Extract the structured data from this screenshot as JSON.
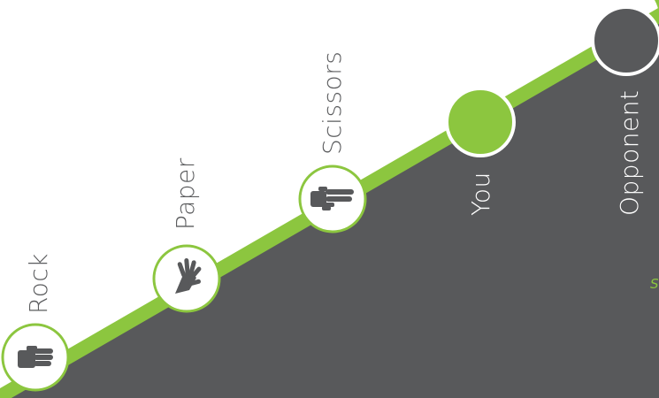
{
  "choices": [
    {
      "label": "Rock",
      "icon": "fist-icon"
    },
    {
      "label": "Paper",
      "icon": "open-hand-icon"
    },
    {
      "label": "Scissors",
      "icon": "peace-hand-icon"
    }
  ],
  "players": {
    "you_label": "You",
    "opponent_label": "Opponent"
  },
  "score": {
    "partial_text": "S"
  },
  "colors": {
    "accent": "#8cc63f",
    "dark": "#58595b",
    "panel": "#5b5c5e",
    "background": "#ffffff"
  }
}
